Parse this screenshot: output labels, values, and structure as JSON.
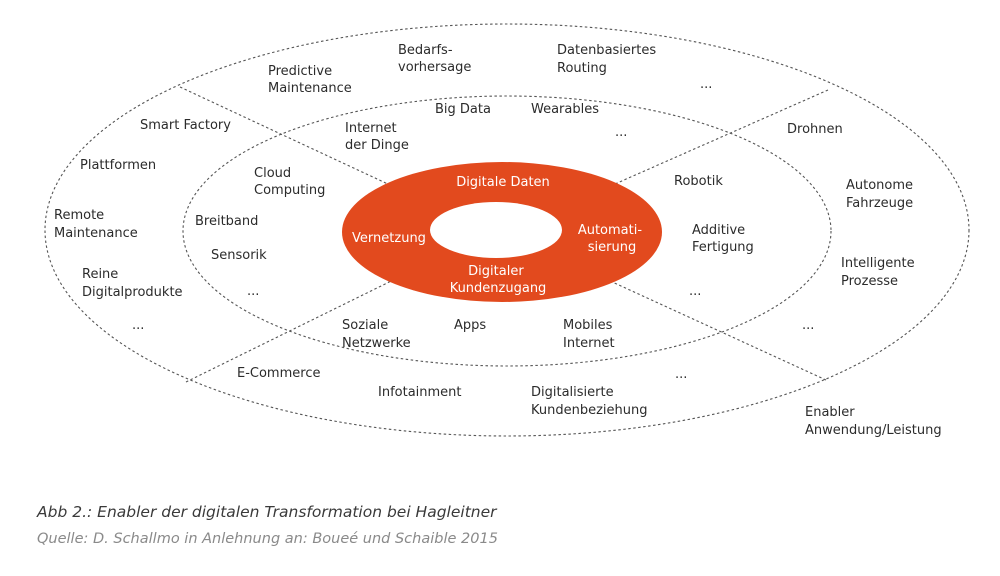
{
  "colors": {
    "core": "#e24a1e",
    "dash": "#555555",
    "text": "#2b2b2b"
  },
  "core": {
    "top": "Digitale Daten",
    "left": "Vernetzung",
    "right": [
      "Automati-",
      "sierung"
    ],
    "bottom": [
      "Digitaler",
      "Kundenzugang"
    ]
  },
  "inner_ring": {
    "top": [
      [
        "Internet",
        "der Dinge"
      ],
      [
        "Big Data"
      ],
      [
        "Wearables"
      ],
      [
        "..."
      ]
    ],
    "left": [
      [
        "Cloud",
        "Computing"
      ],
      [
        "Breitband"
      ],
      [
        "Sensorik"
      ],
      [
        "..."
      ]
    ],
    "right": [
      [
        "Robotik"
      ],
      [
        "Additive",
        "Fertigung"
      ],
      [
        "..."
      ]
    ],
    "bottom": [
      [
        "Soziale",
        "Netzwerke"
      ],
      [
        "Apps"
      ],
      [
        "Mobiles",
        "Internet"
      ]
    ]
  },
  "outer_ring": {
    "top": [
      [
        "Predictive",
        "Maintenance"
      ],
      [
        "Bedarfs-",
        "vorhersage"
      ],
      [
        "Datenbasiertes",
        "Routing"
      ],
      [
        "..."
      ]
    ],
    "left": [
      [
        "Smart Factory"
      ],
      [
        "Plattformen"
      ],
      [
        "Remote",
        "Maintenance"
      ],
      [
        "Reine",
        "Digitalprodukte"
      ],
      [
        "..."
      ]
    ],
    "right": [
      [
        "Drohnen"
      ],
      [
        "Autonome",
        "Fahrzeuge"
      ],
      [
        "Intelligente",
        "Prozesse"
      ],
      [
        "..."
      ]
    ],
    "bottom": [
      [
        "E-Commerce"
      ],
      [
        "Infotainment"
      ],
      [
        "Digitalisierte",
        "Kundenbeziehung"
      ],
      [
        "..."
      ]
    ]
  },
  "legend": [
    "Enabler",
    "Anwendung/Leistung"
  ],
  "caption": "Abb 2.: Enabler der digitalen Transformation bei Hagleitner",
  "source": "Quelle: D. Schallmo in Anlehnung an: Boueé und Schaible 2015"
}
